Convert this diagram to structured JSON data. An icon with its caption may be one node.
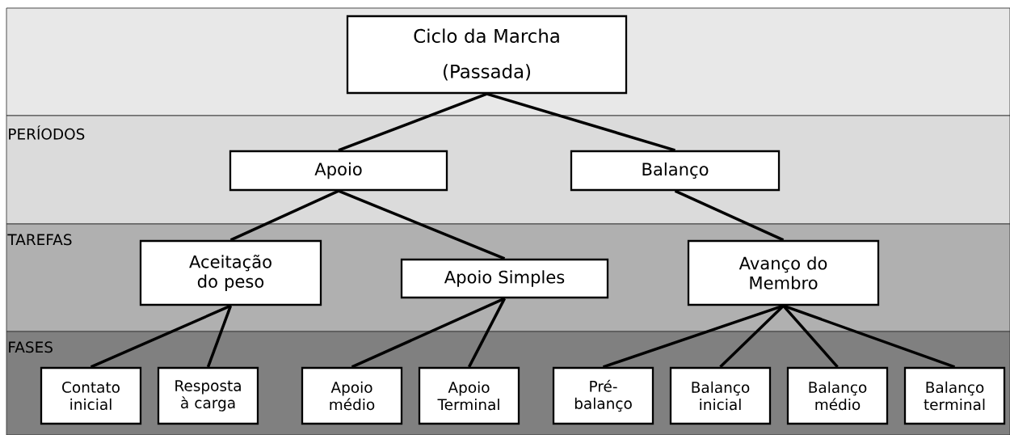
{
  "diagram": {
    "nodes": [
      {
        "text": [
          "Ciclo da Marcha",
          "(Passada)"
        ]
      },
      {
        "text": [
          "Apoio"
        ]
      },
      {
        "text": [
          "Balanço"
        ]
      },
      {
        "text": [
          "Aceitação do peso"
        ]
      },
      {
        "text": [
          "Apoio Simples"
        ]
      },
      {
        "text": [
          "Avanço do Membro"
        ]
      },
      {
        "text": [
          "Contato inicial"
        ]
      },
      {
        "text": [
          "Resposta à carga"
        ]
      },
      {
        "text": [
          "Apoio médio"
        ]
      },
      {
        "text": [
          "Apoio Terminal"
        ]
      },
      {
        "text": [
          "Pré-balanço"
        ]
      },
      {
        "text": [
          "Balanço inicial"
        ]
      },
      {
        "text": [
          "Balanço médio"
        ]
      },
      {
        "text": [
          "Balanço terminal"
        ]
      }
    ],
    "edges": [
      {
        "from": 0,
        "to": 1,
        "arrow": "none"
      },
      {
        "from": 0,
        "to": 2,
        "arrow": "none"
      },
      {
        "from": 1,
        "to": 3,
        "arrow": "none"
      },
      {
        "from": 1,
        "to": 4,
        "arrow": "none"
      },
      {
        "from": 2,
        "to": 5,
        "arrow": "none"
      },
      {
        "from": 3,
        "to": 6,
        "arrow": "none"
      },
      {
        "from": 3,
        "to": 7,
        "arrow": "none"
      },
      {
        "from": 4,
        "to": 8,
        "arrow": "none"
      },
      {
        "from": 4,
        "to": 9,
        "arrow": "none"
      },
      {
        "from": 5,
        "to": 10,
        "arrow": "none"
      },
      {
        "from": 5,
        "to": 11,
        "arrow": "none"
      },
      {
        "from": 5,
        "to": 12,
        "arrow": "none"
      },
      {
        "from": 5,
        "to": 13,
        "arrow": "none"
      }
    ],
    "labels": [
      "PERÍODOS",
      "TAREFAS",
      "FASES"
    ]
  }
}
